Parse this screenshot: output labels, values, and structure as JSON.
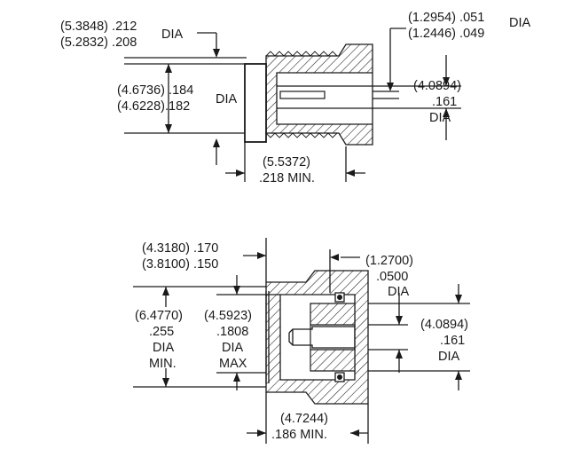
{
  "fig1": {
    "outer_tip_mm_max": "(5.3848) .212",
    "outer_tip_mm_min": "(5.2832) .208",
    "outer_tip_dia": "DIA",
    "body_mm_max": "(4.6736) .184",
    "body_mm_min": "(4.6228).182",
    "body_dia": "DIA",
    "pin_mm_max": "(1.2954) .051",
    "pin_mm_min": "(1.2446) .049",
    "pin_dia": "DIA",
    "bore_mm": "(4.0894)",
    "bore_in": ".161",
    "bore_dia": "DIA",
    "length_mm": "(5.5372)",
    "length_in": ".218 MIN."
  },
  "fig2": {
    "depth_mm_max": "(4.3180) .170",
    "depth_mm_min": "(3.8100) .150",
    "pin_mm": "(1.2700)",
    "pin_in": ".0500",
    "pin_dia": "DIA",
    "outer_mm": "(6.4770)",
    "outer_in": ".255",
    "outer_dia": "DIA",
    "outer_min": "MIN.",
    "inner_mm": "(4.5923)",
    "inner_in": ".1808",
    "inner_dia": "DIA",
    "inner_max": "MAX",
    "bore_mm": "(4.0894)",
    "bore_in": ".161",
    "bore_dia": "DIA",
    "length_mm": "(4.7244)",
    "length_in": ".186 MIN."
  }
}
